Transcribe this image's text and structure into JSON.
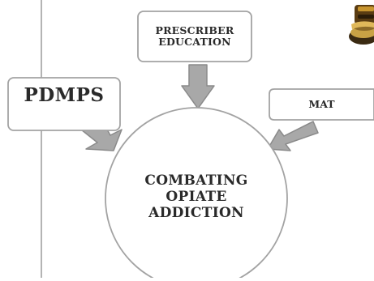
{
  "diagram": {
    "center": {
      "text": "COMBATING\nOPIATE\nADDICTION"
    },
    "nodes": [
      {
        "id": "prescriber",
        "text": "PRESCRIBER\nEDUCATION"
      },
      {
        "id": "pdmps",
        "text": "PDMPS"
      },
      {
        "id": "mat",
        "text": "MAT"
      }
    ]
  },
  "colors": {
    "background": "#ffffff",
    "box_border": "#a3a3a3",
    "arrow_fill": "#a8a8a8",
    "arrow_stroke": "#8a8a8a",
    "text": "#2a2a2a",
    "vertical_line": "#8c8c8c"
  },
  "decor": {
    "corner_image": "gavel-icon"
  }
}
